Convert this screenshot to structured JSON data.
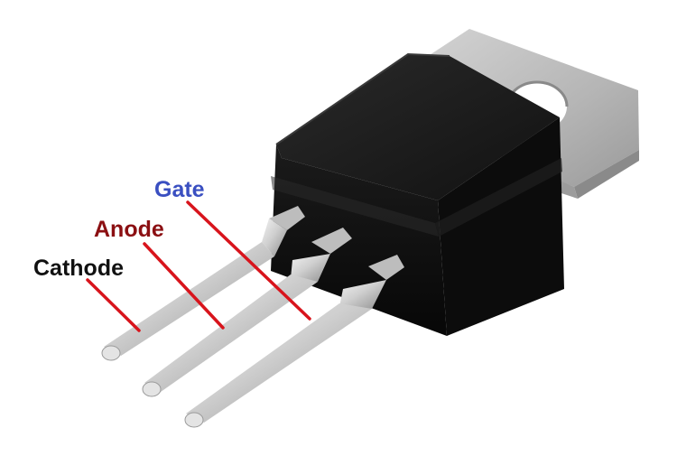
{
  "labels": {
    "gate": "Gate",
    "anode": "Anode",
    "cathode": "Cathode"
  },
  "colors": {
    "gate": "#3a4fc1",
    "anode": "#8b0f12",
    "cathode": "#111111",
    "leader_line": "#d8141c",
    "package_body": "#161616",
    "heatsink_tab": "#b9b9b9",
    "pins": "#c9c9c9"
  },
  "icons": {
    "component": "thyristor-to220-package"
  }
}
